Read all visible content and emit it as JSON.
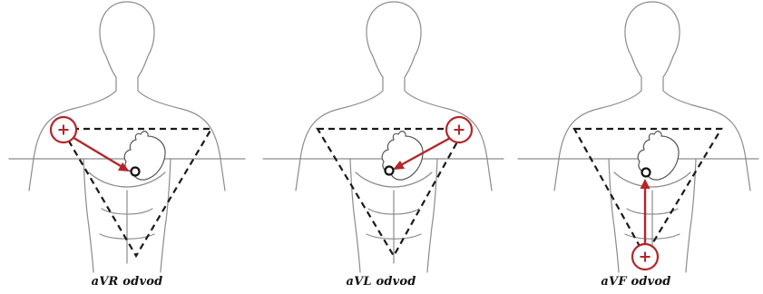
{
  "panels": [
    {
      "id": "avr",
      "caption": "aVR odvod"
    },
    {
      "id": "avl",
      "caption": "aVL odvod"
    },
    {
      "id": "avf",
      "caption": "aVF odvod"
    }
  ],
  "colors": {
    "electrode": "#b3262a",
    "triangle": "#1a1a1a",
    "outline": "#8c8c8c"
  },
  "icons": {
    "electrode": "plus-electrode-icon",
    "heart": "heart-icon"
  }
}
